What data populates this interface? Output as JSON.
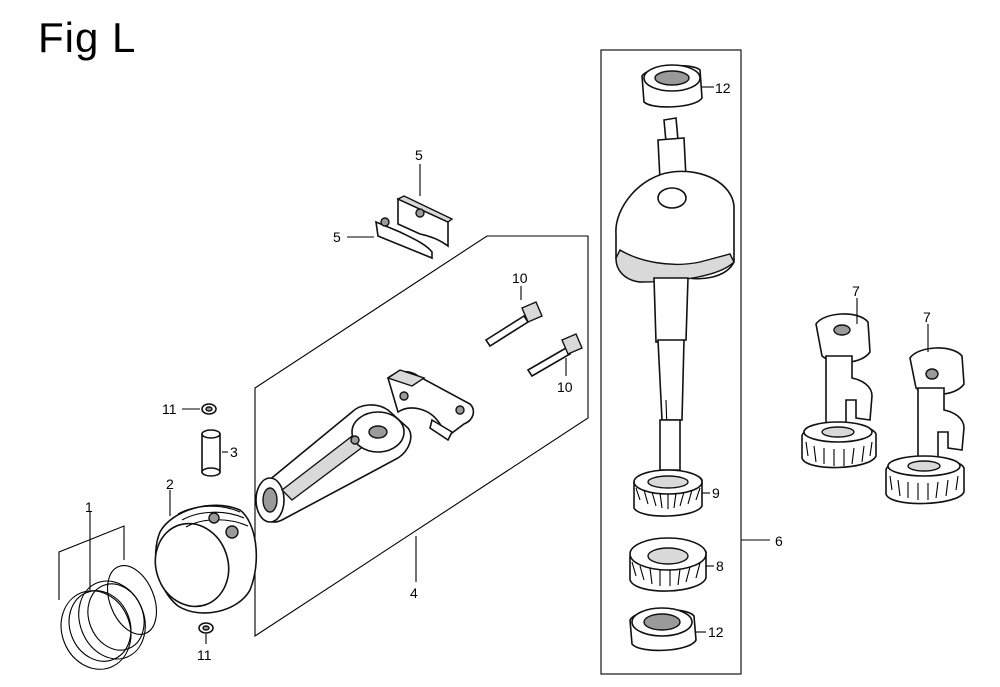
{
  "figure": {
    "title": "Fig L"
  },
  "callouts": {
    "c1": "1",
    "c2": "2",
    "c3": "3",
    "c4": "4",
    "c5a": "5",
    "c5b": "5",
    "c6": "6",
    "c7a": "7",
    "c7b": "7",
    "c8": "8",
    "c9": "9",
    "c10a": "10",
    "c10b": "10",
    "c11a": "11",
    "c11b": "11",
    "c12a": "12",
    "c12b": "12"
  }
}
